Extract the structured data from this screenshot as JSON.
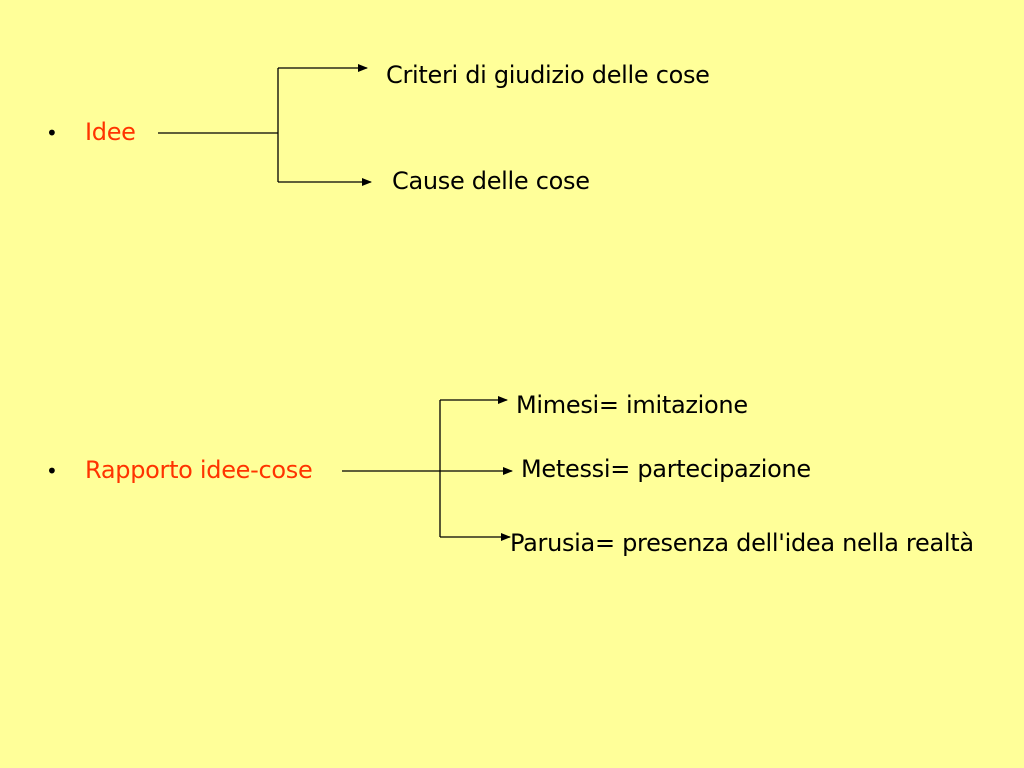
{
  "colors": {
    "background": "#FFFF99",
    "heading": "#FF3300",
    "text": "#000000",
    "line": "#000000"
  },
  "bullets": {
    "symbol": "•"
  },
  "topic1": {
    "label": "Idee",
    "branches": [
      "Criteri di giudizio delle cose",
      "Cause delle cose"
    ]
  },
  "topic2": {
    "label": "Rapporto idee-cose",
    "branches": [
      "Mimesi= imitazione",
      "Metessi= partecipazione",
      "Parusia= presenza dell'idea nella realtà"
    ]
  }
}
